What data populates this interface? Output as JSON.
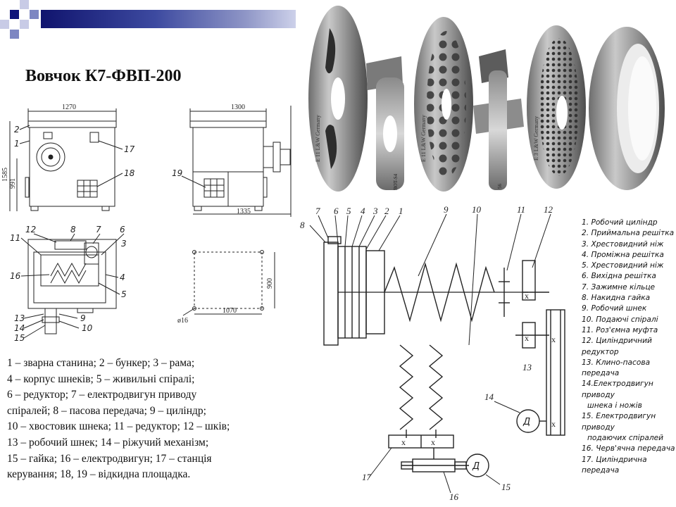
{
  "slide": {
    "title": "Вовчок К7-ФВП-200",
    "legend_lines": [
      "1 – зварна станина; 2 – бункер; 3 – рама;",
      "4 – корпус шнеків; 5 – живильні спіралі;",
      "6 – редуктор; 7 – електродвигун приводу",
      "спіралей; 8 – пасова передача; 9 – циліндр;",
      "10 – хвостовик шнека; 11 – редуктор; 12 – шків;",
      "13 – робочий шнек; 14 – ріжучий механізм;",
      "15 – гайка; 16 – електродвигун; 17 – станція",
      "керування; 18, 19 – відкидна площадка."
    ]
  },
  "drawing": {
    "front": {
      "width_dim": "1270",
      "height_dim": "1585",
      "height_dim2": "991",
      "labels": [
        "2",
        "1",
        "17",
        "18"
      ]
    },
    "side": {
      "width_dim": "1300",
      "depth_dim": "1335",
      "labels": [
        "19"
      ]
    },
    "plan": {
      "labels": [
        "12",
        "8",
        "7",
        "6",
        "3",
        "11",
        "16",
        "4",
        "5",
        "13",
        "9",
        "14",
        "10",
        "15"
      ]
    },
    "foundation": {
      "dim_a": "900",
      "dim_b": "1070",
      "hole": "ø16"
    }
  },
  "photo": {
    "plate_marks": [
      "E 11 L&W Germany",
      "E 11 L&W Germany",
      "E 3 L&W Germany"
    ],
    "knife_marks": [
      "BOT-S4",
      "56"
    ]
  },
  "schematic": {
    "top_numbers": [
      "7",
      "6",
      "5",
      "4",
      "3",
      "2",
      "1",
      "9",
      "10",
      "11",
      "12"
    ],
    "side_numbers": [
      "8",
      "13",
      "14",
      "17",
      "16",
      "15"
    ],
    "motor_symbol": "Д",
    "key_items": [
      "1. Робочий циліндр",
      "2. Приймальна решітка",
      "3. Хрестовидний ніж",
      "4. Проміжна решітка",
      "5. Хрестовидний ніж",
      "6. Вихідна решітка",
      "7. Зажимне кільце",
      "8. Накидна гайка",
      "9. Робочий шнек",
      "10. Подаючі спіралі",
      "11. Роз'ємна муфта",
      "12. Циліндричний редуктор",
      "13. Клино-пасова передача",
      "14.Електродвигун приводу",
      "шнека і ножів",
      "15. Електродвигун приводу",
      "подаючих спіралей",
      "16. Черв'ячна передача",
      "17. Циліндрична передача"
    ]
  }
}
